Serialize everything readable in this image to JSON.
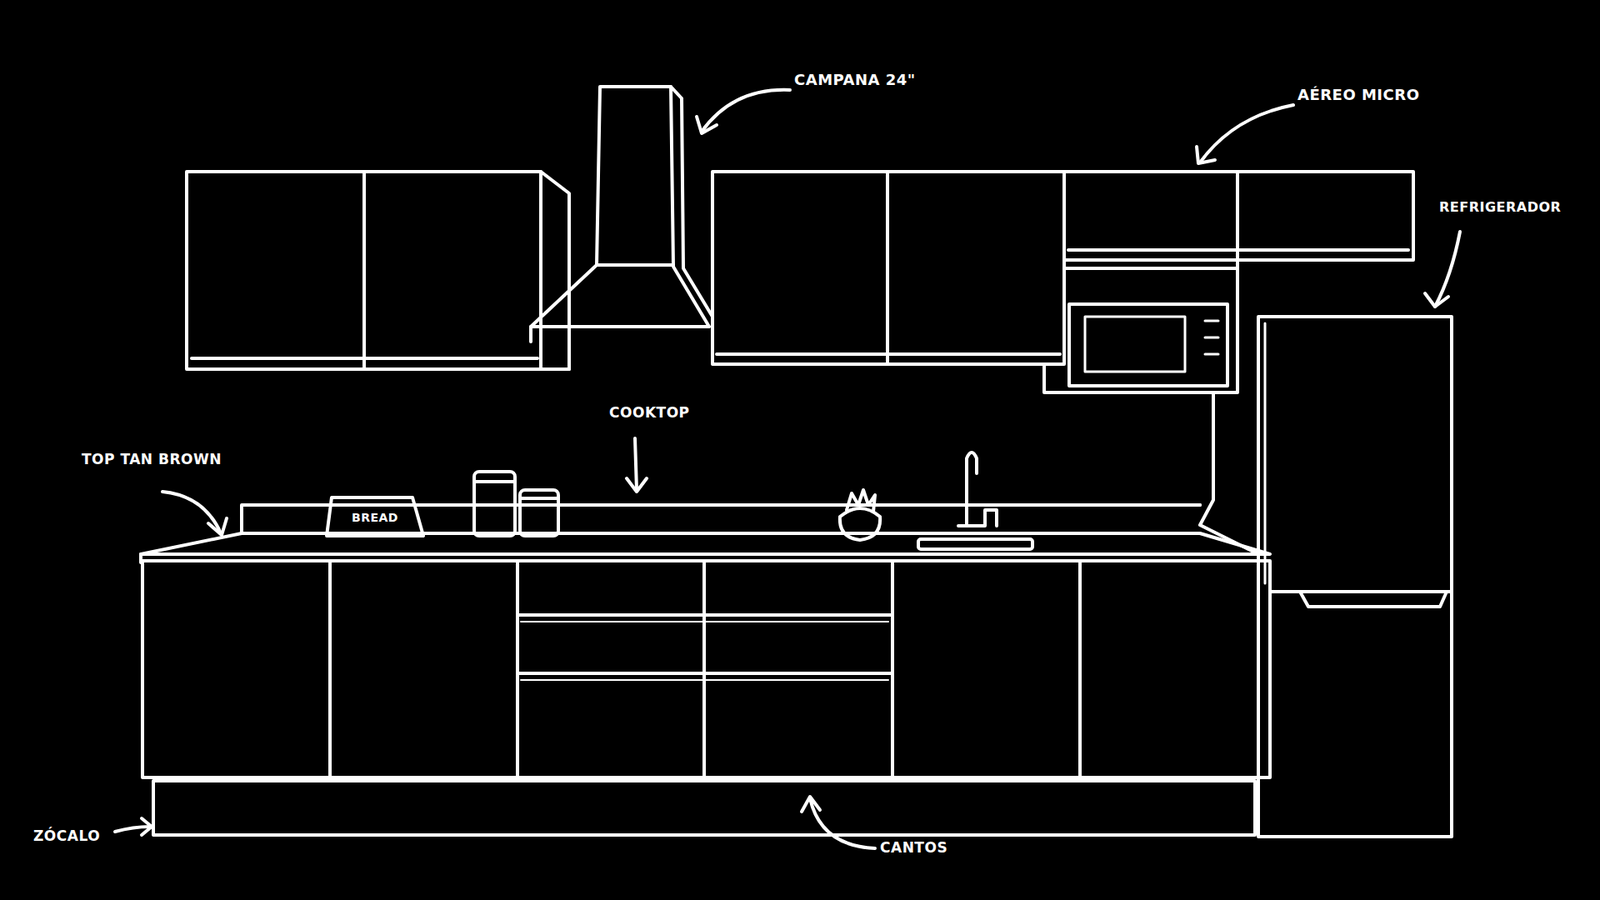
{
  "diagram": {
    "labels": [
      "CAMPANA 24\"",
      "AÉREO MICRO",
      "REFRIGERADOR",
      "COOKTOP",
      "TOP TAN BROWN",
      "BREAD",
      "ZÓCALO",
      "CANTOS"
    ]
  }
}
